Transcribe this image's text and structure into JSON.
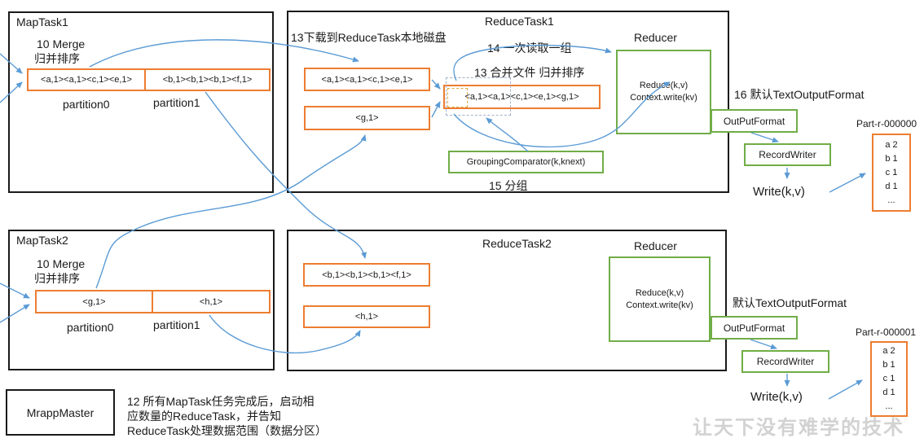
{
  "colors": {
    "orange": "#ED7D31",
    "green": "#70AD47",
    "blue": "#5B9BD5",
    "black": "#1a1a1a",
    "watermark_gray": "#d2d2d2"
  },
  "maptask1": {
    "title": "MapTask1",
    "merge": "10 Merge",
    "sort": "归并排序",
    "p0": "<a,1><a,1><c,1><e,1>",
    "p1": "<b,1><b,1><b,1><f,1>",
    "p0_label": "partition0",
    "p1_label": "partition1"
  },
  "maptask2": {
    "title": "MapTask2",
    "merge": "10 Merge",
    "sort": "归并排序",
    "p0": "<g,1>",
    "p1": "<h,1>",
    "p0_label": "partition0",
    "p1_label": "partition1"
  },
  "reducetask1": {
    "title": "ReduceTask1",
    "download": "13下载到ReduceTask本地磁盘",
    "read_group": "14 一次读取一组",
    "merge_sort": "13 合并文件 归并排序",
    "spill0": "<a,1><a,1><c,1><e,1>",
    "spill1": "<g,1>",
    "merged": "<a,1><a,1><c,1><e,1><g,1>",
    "comparator": "GroupingComparator(k,knext)",
    "grouping": "15 分组"
  },
  "reducetask2": {
    "title": "ReduceTask2",
    "spill0": "<b,1><b,1><b,1><f,1>",
    "spill1": "<h,1>"
  },
  "pipeline1": {
    "reducer_title": "Reducer",
    "reduce": "Reduce(k,v)",
    "context_write": "Context.write(kv)",
    "format_note": "16 默认TextOutputFormat",
    "output_format": "OutPutFormat",
    "record_writer": "RecordWriter",
    "write": "Write(k,v)",
    "file_name": "Part-r-000000",
    "file_content": "a 2\nb 1\nc 1\nd 1\n..."
  },
  "pipeline2": {
    "reducer_title": "Reducer",
    "reduce": "Reduce(k,v)",
    "context_write": "Context.write(kv)",
    "format_note": "默认TextOutputFormat",
    "output_format": "OutPutFormat",
    "record_writer": "RecordWriter",
    "write": "Write(k,v)",
    "file_name": "Part-r-000001",
    "file_content": "a 2\nb 1\nc 1\nd 1\n..."
  },
  "appmaster": {
    "label": "MrappMaster",
    "note": "12 所有MapTask任务完成后，启动相\n应数量的ReduceTask，并告知\nReduceTask处理数据范围（数据分区）"
  },
  "watermark": "让天下没有难学的技术"
}
